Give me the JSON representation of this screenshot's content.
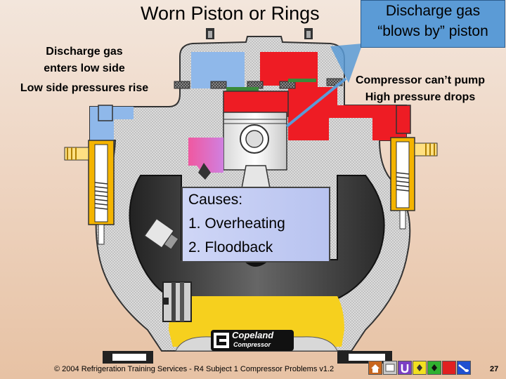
{
  "slide": {
    "title": "Worn Piston or Rings",
    "callout_line1": "Discharge gas",
    "callout_line2": "“blows by” piston",
    "left_note_line1": "Discharge gas",
    "left_note_line2": "enters low side",
    "left_note_line3": "Low side pressures rise",
    "right_note_line1": "Compressor can’t pump",
    "right_note_line2": "High pressure drops",
    "causes_heading": "Causes:",
    "causes": [
      "1. Overheating",
      "2. Floodback"
    ],
    "brand_line1": "Copeland",
    "brand_line2": "Compressor",
    "footer": "© 2004 Refrigeration Training Services - R4 Subject 1 Compressor Problems v1.2",
    "page_number": "27"
  },
  "nav": {
    "buttons": [
      {
        "name": "home-icon",
        "color": "#c8661e"
      },
      {
        "name": "back-icon",
        "color": "#c8c8c8"
      },
      {
        "name": "return-icon",
        "color": "#7b3fc4"
      },
      {
        "name": "diamond-yellow-icon",
        "color": "#f2e020"
      },
      {
        "name": "diamond-green-icon",
        "color": "#30b030"
      },
      {
        "name": "stop-icon",
        "color": "#e02020"
      },
      {
        "name": "exit-icon",
        "color": "#2050d0"
      }
    ]
  }
}
